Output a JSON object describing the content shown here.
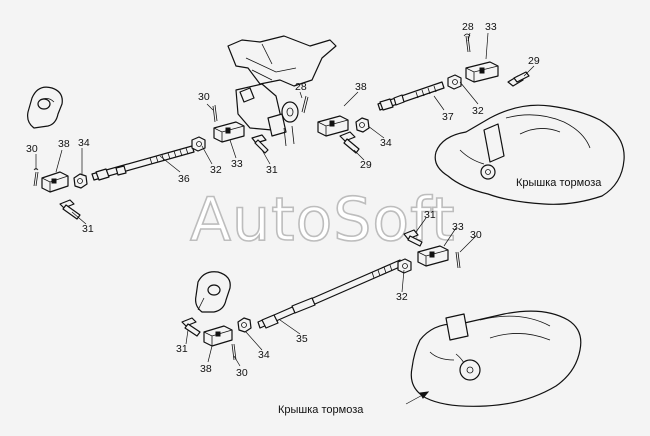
{
  "watermark": "AutoSoft",
  "captions": {
    "upper": "Крышка тормоза",
    "lower": "Крышка тормоза"
  },
  "callouts": {
    "c28a": "28",
    "c33a": "33",
    "c29a": "29",
    "c30a": "30",
    "c28b": "28",
    "c38a": "38",
    "c37": "37",
    "c32a": "32",
    "c30b": "30",
    "c38b": "38",
    "c34a": "34",
    "c33b": "33",
    "c32b": "32",
    "c36": "36",
    "c31a": "31",
    "c31b": "31",
    "c34b": "34",
    "c29b": "29",
    "c31c": "31",
    "c33c": "33",
    "c30c": "30",
    "c32c": "32",
    "c35": "35",
    "c31d": "31",
    "c38c": "38",
    "c34c": "34",
    "c30d": "30"
  }
}
